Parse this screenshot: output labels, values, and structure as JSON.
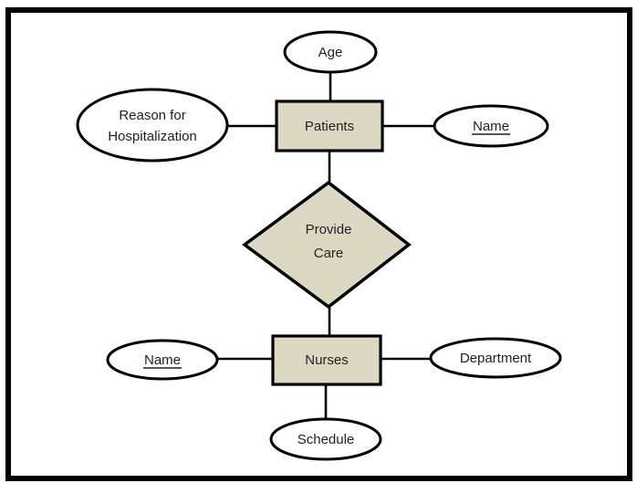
{
  "colors": {
    "shape_fill": "#ddd8c3",
    "attribute_fill": "#ffffff",
    "stroke": "#000000",
    "background": "#ffffff"
  },
  "entities": {
    "patients": {
      "label": "Patients"
    },
    "nurses": {
      "label": "Nurses"
    }
  },
  "relationships": {
    "provide_care": {
      "line1": "Provide",
      "line2": "Care"
    }
  },
  "attributes": {
    "age": {
      "label": "Age",
      "underlined": false,
      "owner": "Patients"
    },
    "reason_for_hospitalization": {
      "line1": "Reason for",
      "line2": "Hospitalization",
      "underlined": false,
      "owner": "Patients"
    },
    "patient_name": {
      "label": "Name",
      "underlined": true,
      "owner": "Patients"
    },
    "nurse_name": {
      "label": "Name",
      "underlined": true,
      "owner": "Nurses"
    },
    "department": {
      "label": "Department",
      "underlined": false,
      "owner": "Nurses"
    },
    "schedule": {
      "label": "Schedule",
      "underlined": false,
      "owner": "Nurses"
    }
  }
}
